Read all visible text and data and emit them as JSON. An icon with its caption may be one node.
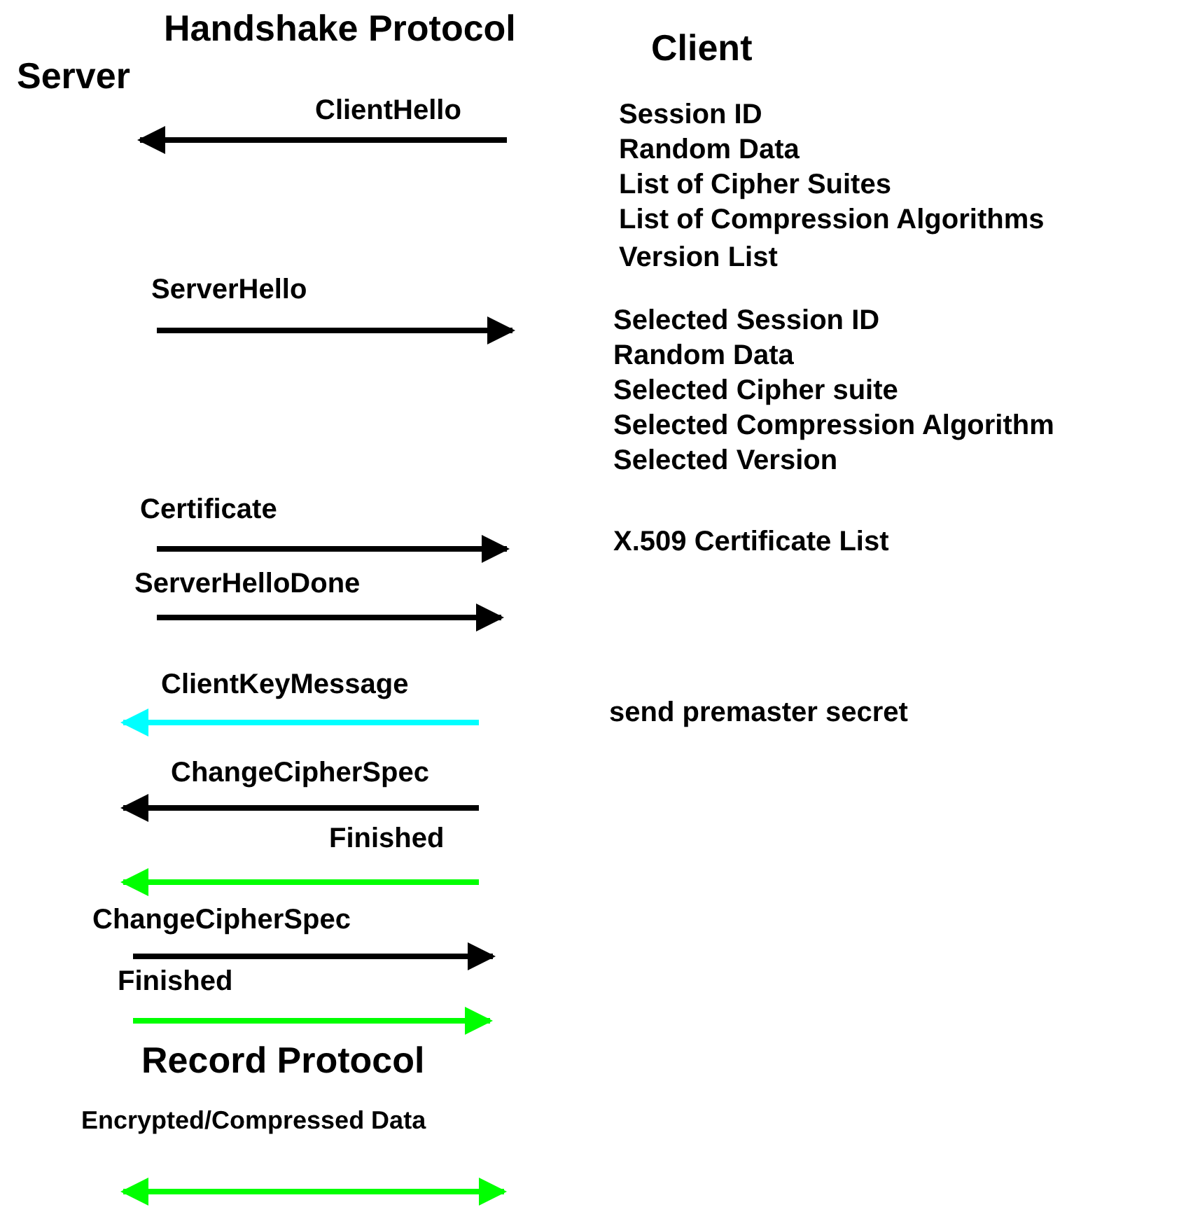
{
  "diagram": {
    "labels": [
      "Handshake Protocol",
      "Server",
      "Client",
      "ClientHello",
      "Session ID",
      "Random Data",
      "List of Cipher Suites",
      "List of Compression Algorithms",
      "Version List",
      "ServerHello",
      "Selected Session ID",
      "Random Data",
      "Selected Cipher suite",
      "Selected Compression Algorithm",
      "Selected Version",
      "Certificate",
      "X.509 Certificate List",
      "ServerHelloDone",
      "ClientKeyMessage",
      "send premaster secret",
      "ChangeCipherSpec",
      "Finished",
      "ChangeCipherSpec",
      "Finished",
      "Record Protocol",
      "Encrypted/Compressed Data"
    ]
  }
}
